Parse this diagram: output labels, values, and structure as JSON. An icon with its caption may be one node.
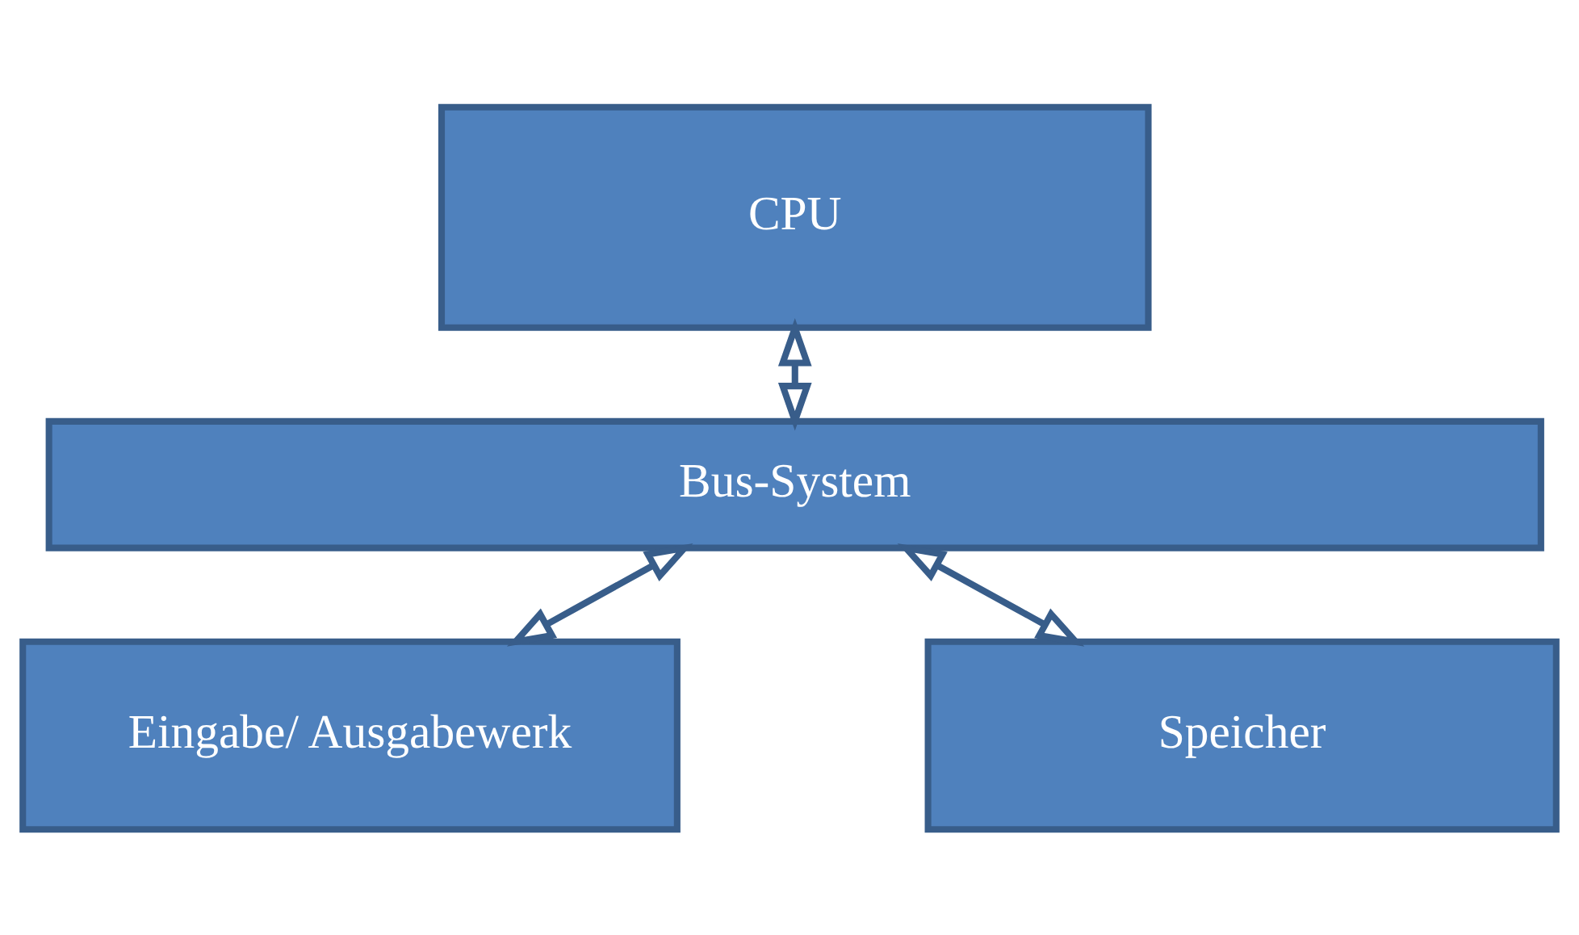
{
  "diagram": {
    "nodes": [
      {
        "text": [
          "CPU"
        ]
      },
      {
        "text": [
          "Bus-System"
        ]
      },
      {
        "text": [
          "Eingabe/ Ausgabewerk"
        ]
      },
      {
        "text": [
          "Speicher"
        ]
      }
    ],
    "edges": [
      {
        "from": 0,
        "to": 1,
        "arrow": "both"
      },
      {
        "from": 1,
        "to": 2,
        "arrow": "both"
      },
      {
        "from": 1,
        "to": 3,
        "arrow": "both"
      }
    ]
  }
}
